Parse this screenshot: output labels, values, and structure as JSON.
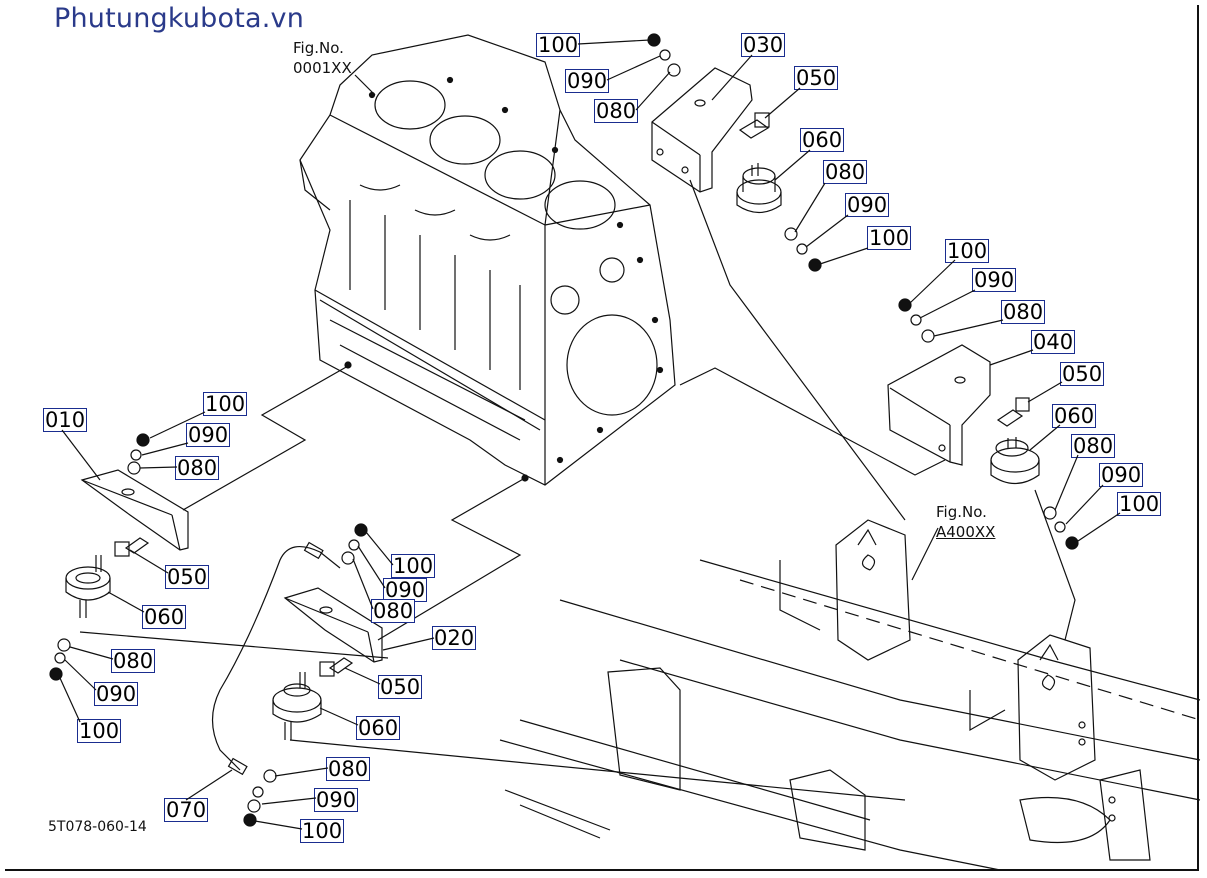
{
  "watermark": "Phutungkubota.vn",
  "figure_refs": {
    "engine_line1": "Fig.No.",
    "engine_line2": "0001XX",
    "frame_line1": "Fig.No.",
    "frame_line2": "A400XX"
  },
  "drawing_code": "5T078-060-14",
  "labels": {
    "l010": "010",
    "l020": "020",
    "l030": "030",
    "l040": "040",
    "l050_a": "050",
    "l050_b": "050",
    "l050_c": "050",
    "l050_d": "050",
    "l060_a": "060",
    "l060_b": "060",
    "l060_c": "060",
    "l060_d": "060",
    "l070": "070",
    "l080_a": "080",
    "l080_b": "080",
    "l080_c": "080",
    "l080_d": "080",
    "l080_e": "080",
    "l080_f": "080",
    "l080_g": "080",
    "l080_h": "080",
    "l090_a": "090",
    "l090_b": "090",
    "l090_c": "090",
    "l090_d": "090",
    "l090_e": "090",
    "l090_f": "090",
    "l090_g": "090",
    "l090_h": "090",
    "l100_a": "100",
    "l100_b": "100",
    "l100_c": "100",
    "l100_d": "100",
    "l100_e": "100",
    "l100_f": "100",
    "l100_g": "100",
    "l100_h": "100"
  }
}
